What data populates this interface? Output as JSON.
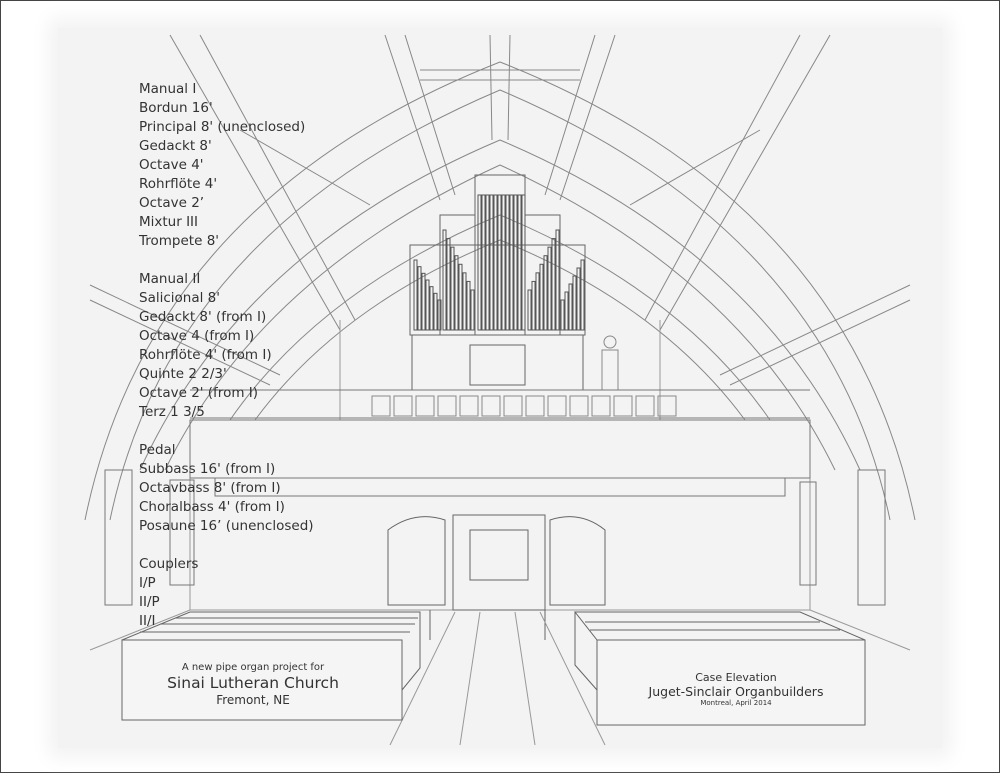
{
  "stoplist": [
    {
      "heading": "Manual I",
      "stops": [
        "Bordun 16'",
        "Principal 8' (unenclosed)",
        "Gedackt 8'",
        "Octave 4'",
        "Rohrflöte 4'",
        "Octave 2’",
        "Mixtur III",
        "Trompete 8'"
      ]
    },
    {
      "heading": "Manual II",
      "stops": [
        "Salicional 8'",
        "Gedackt 8' (from I)",
        "Octave 4 (from I)",
        "Rohrflöte 4' (from I)",
        "Quinte 2 2/3'",
        "Octave 2' (from I)",
        "Terz 1 3/5"
      ]
    },
    {
      "heading": "Pedal",
      "stops": [
        "Subbass 16' (from I)",
        "Octavbass 8' (from I)",
        "Choralbass 4' (from I)",
        "Posaune 16’ (unenclosed)"
      ]
    },
    {
      "heading": "Couplers",
      "stops": [
        "I/P",
        "II/P",
        "II/I"
      ]
    }
  ],
  "caption_left": {
    "line1": "A new pipe organ project for",
    "line2": "Sinai Lutheran Church",
    "line3": "Fremont, NE"
  },
  "caption_right": {
    "line1": "Case Elevation",
    "line2": "Juget-Sinclair Organbuilders",
    "line3": "Montreal, April 2014"
  }
}
